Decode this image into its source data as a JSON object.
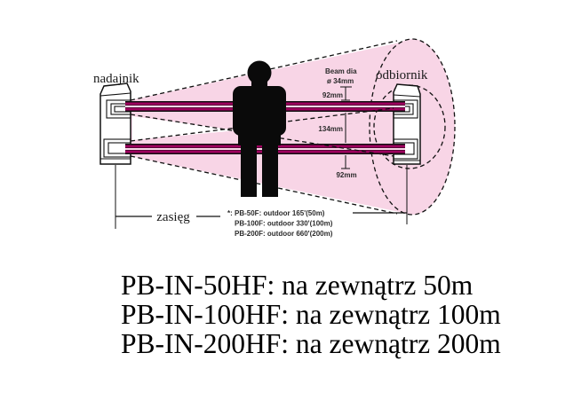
{
  "diagram": {
    "labels": {
      "transmitter": "nadajnik",
      "receiver": "odbiornik",
      "range": "zasięg",
      "beam_dia_1": "Beam dia",
      "beam_dia_2": "ø 34mm",
      "dim_top": "92mm",
      "dim_mid": "134mm",
      "dim_bot": "92mm"
    },
    "range_notes": [
      "*: PB-50F:  outdoor 165'(50m)",
      "PB-100F: outdoor 330'(100m)",
      "PB-200F: outdoor 660'(200m)"
    ],
    "colors": {
      "beam": "#9e005e",
      "cone_fill": "#f8d5e6",
      "outline": "#111111"
    }
  },
  "caption": {
    "lines": [
      "PB-IN-50HF: na zewnątrz 50m",
      "PB-IN-100HF: na zewnątrz 100m",
      "PB-IN-200HF: na zewnątrz 200m"
    ]
  }
}
